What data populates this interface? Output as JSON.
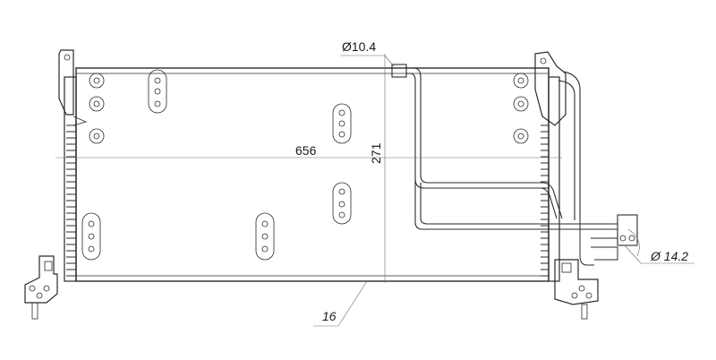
{
  "dimensions": {
    "width_label": "656",
    "height_label": "271",
    "inlet_label": "Ø10.4",
    "outlet_label": "Ø 14.2",
    "depth_label": "16"
  }
}
